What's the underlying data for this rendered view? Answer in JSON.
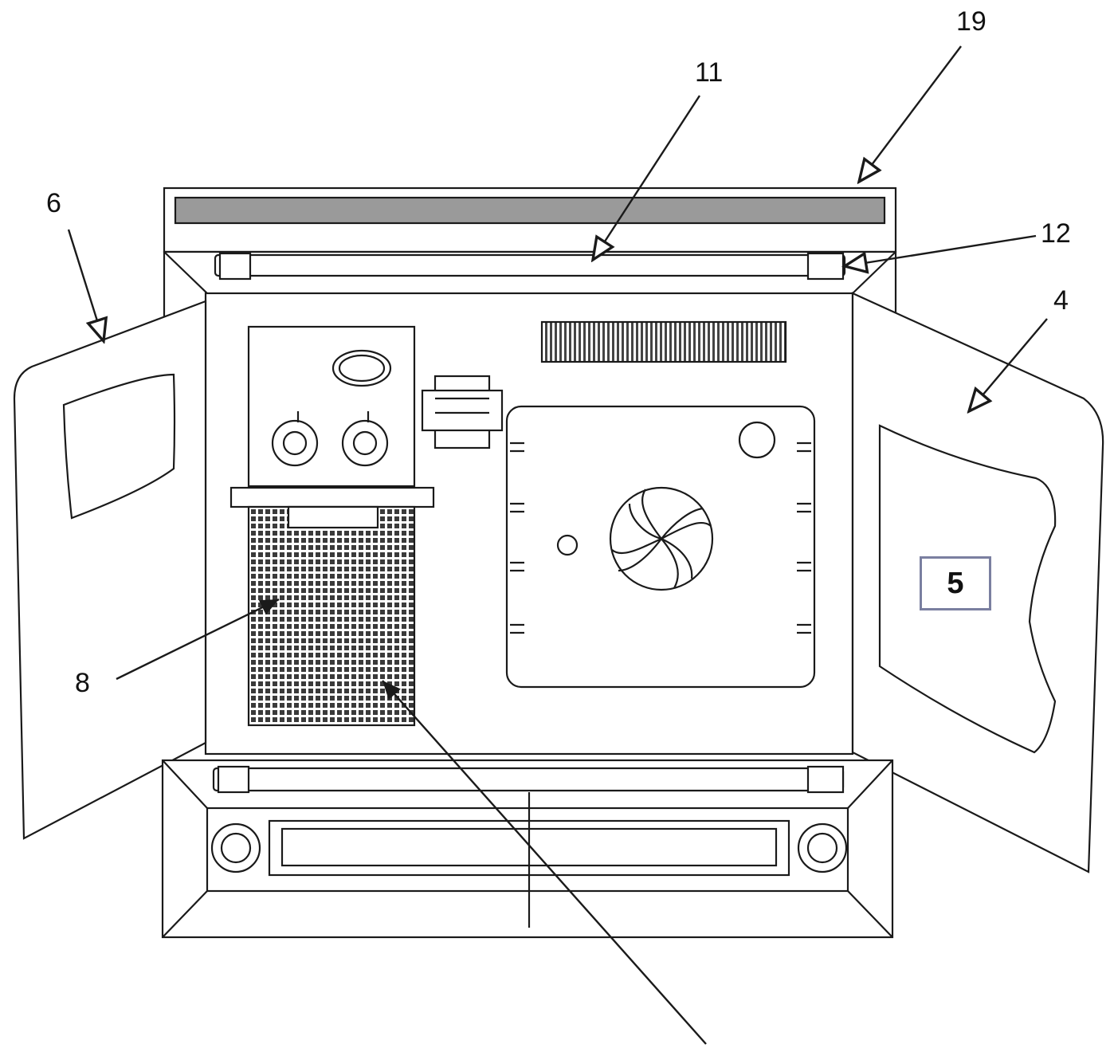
{
  "figure": {
    "labels": {
      "l19": "19",
      "l11": "11",
      "l6": "6",
      "l12": "12",
      "l4": "4",
      "l8": "8",
      "l5": "5"
    },
    "colors": {
      "line": "#1a1a1a",
      "outline_label_box": "#7a7fa0",
      "vent_fill": "#555555"
    }
  }
}
